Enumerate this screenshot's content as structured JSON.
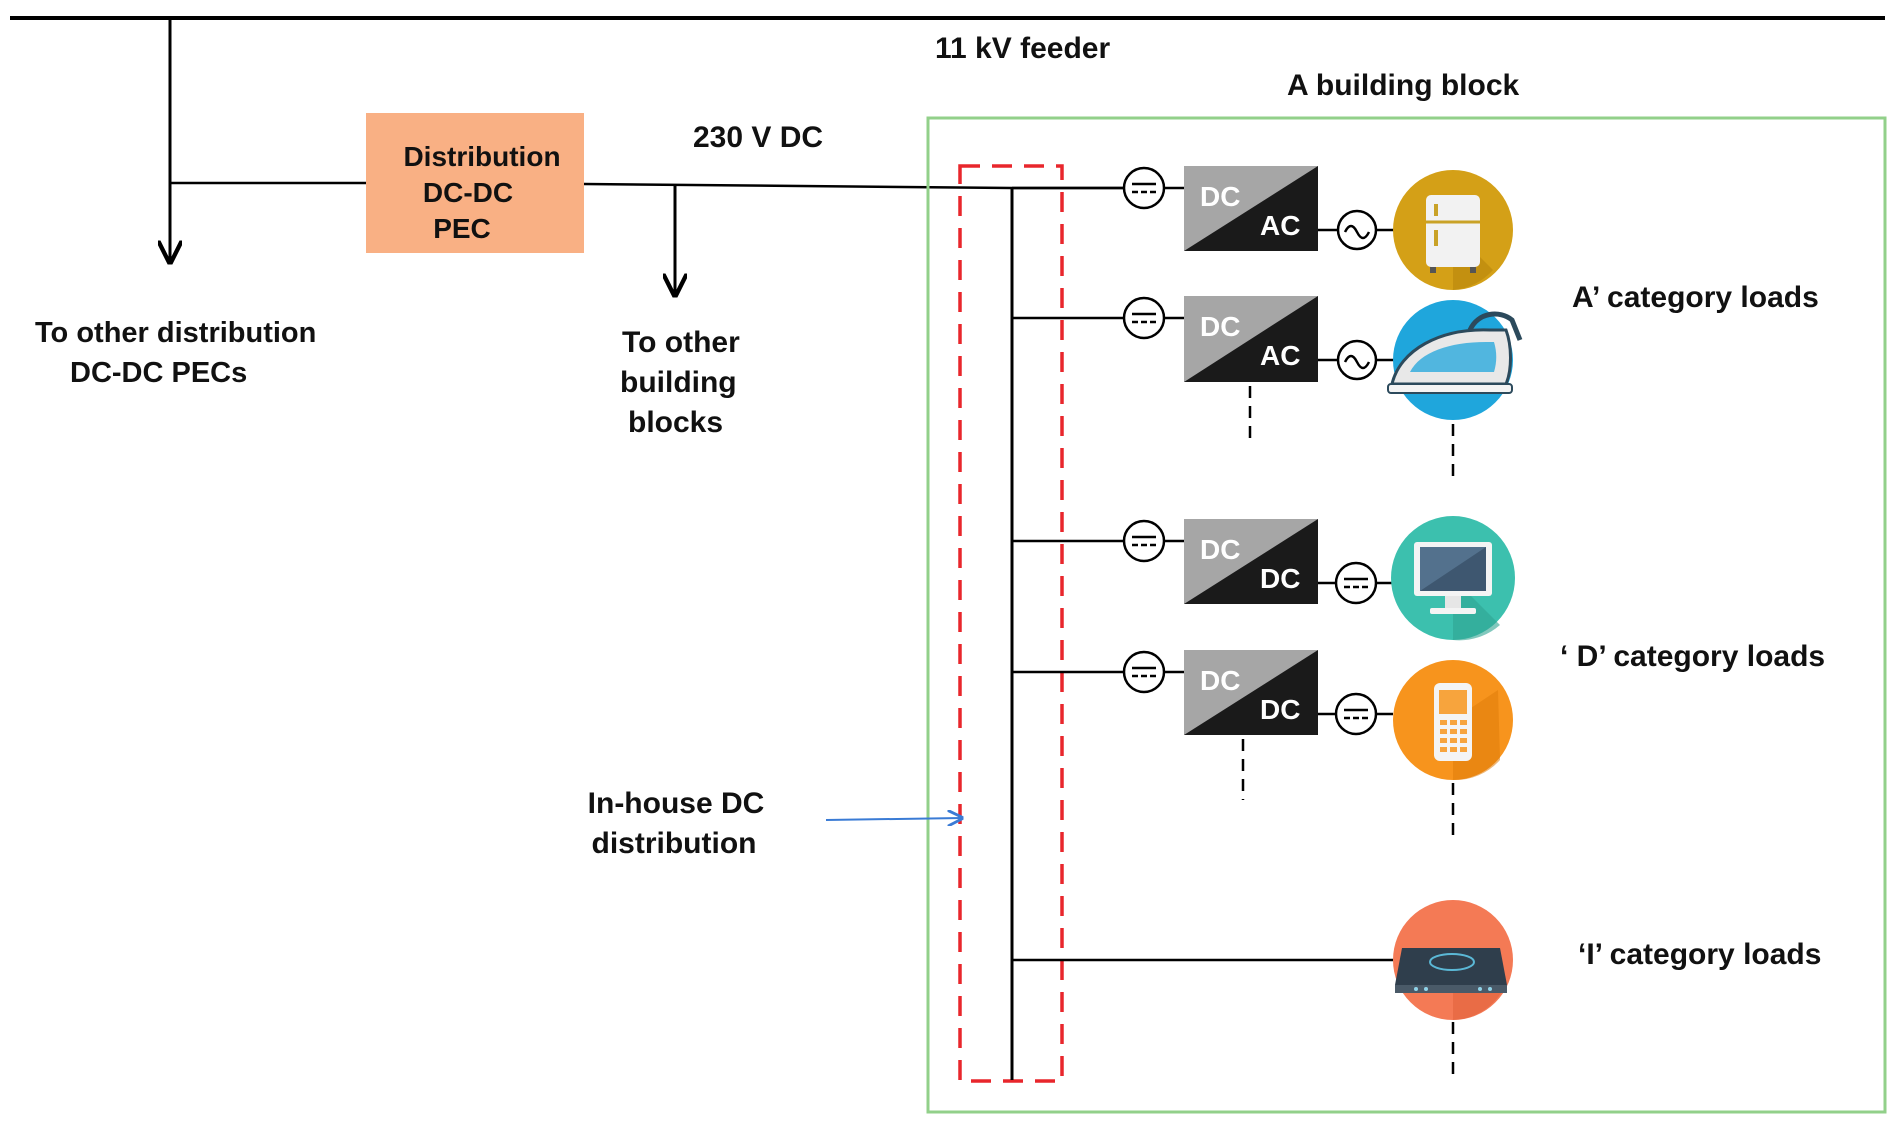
{
  "labels": {
    "feeder": "11 kV feeder",
    "building_block": "A building block",
    "dc_bus": "230 V DC",
    "pec_line1": "Distribution",
    "pec_line2": "DC-DC",
    "pec_line3": "PEC",
    "other_pecs_line1": "To other distribution",
    "other_pecs_line2": "DC-DC PECs",
    "other_blocks_line1": "To other",
    "other_blocks_line2": "building",
    "other_blocks_line3": "blocks",
    "inhouse_line1": "In-house DC",
    "inhouse_line2": "distribution",
    "cat_a": "A’ category loads",
    "cat_d": "‘ D’ category loads",
    "cat_i": "‘I’ category loads"
  },
  "converters": [
    {
      "top": "DC",
      "bottom": "AC",
      "load": "refrigerator-icon"
    },
    {
      "top": "DC",
      "bottom": "AC",
      "load": "iron-icon"
    },
    {
      "top": "DC",
      "bottom": "DC",
      "load": "monitor-icon"
    },
    {
      "top": "DC",
      "bottom": "DC",
      "load": "mobile-phone-icon"
    }
  ],
  "colors": {
    "pec_box": "#F9B084",
    "building_border": "#92D08A",
    "inhouse_dash": "#E8262C",
    "arrow_blue": "#3A7BD5",
    "converter_dark": "#1A1A1A",
    "converter_light": "#A6A6A6",
    "fridge_bg": "#D4A017",
    "iron_bg": "#1FA6DC",
    "monitor_bg": "#3CC0AE",
    "phone_bg": "#F7941D",
    "cooktop_bg": "#F47A55"
  }
}
